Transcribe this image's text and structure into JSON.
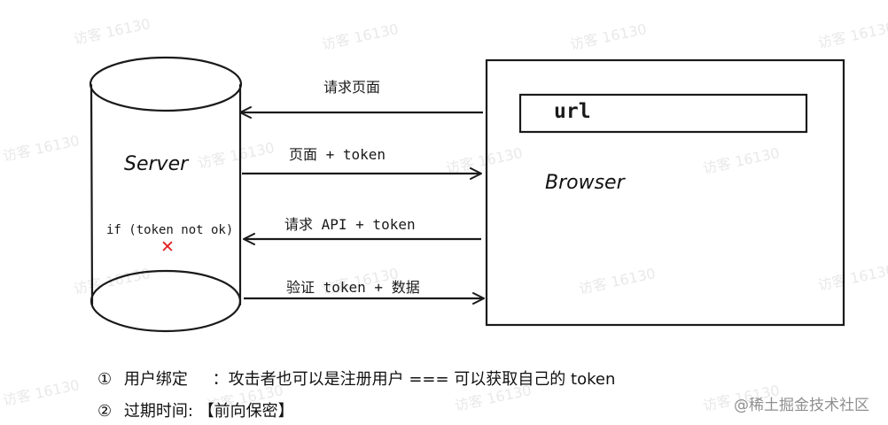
{
  "watermark": "访客 16130",
  "server": {
    "title": "Server",
    "condition": "if (token not ok)",
    "fail_mark": "✕"
  },
  "browser": {
    "url_label": "url",
    "title": "Browser"
  },
  "arrows": {
    "request_page": "请求页面",
    "page_token": "页面 + token",
    "request_api": "请求 API + token",
    "verify": "验证 token + 数据"
  },
  "notes": [
    {
      "marker": "①",
      "label": "用户绑定",
      "text": "：攻击者也可以是注册用户 === 可以获取自己的 token"
    },
    {
      "marker": "②",
      "label": "过期时间:",
      "text": "【前向保密】"
    }
  ],
  "credit": "@稀土掘金技术社区",
  "colors": {
    "stroke": "#1a1a1a",
    "fail": "#e02020",
    "watermark": "#e9e9e9"
  }
}
